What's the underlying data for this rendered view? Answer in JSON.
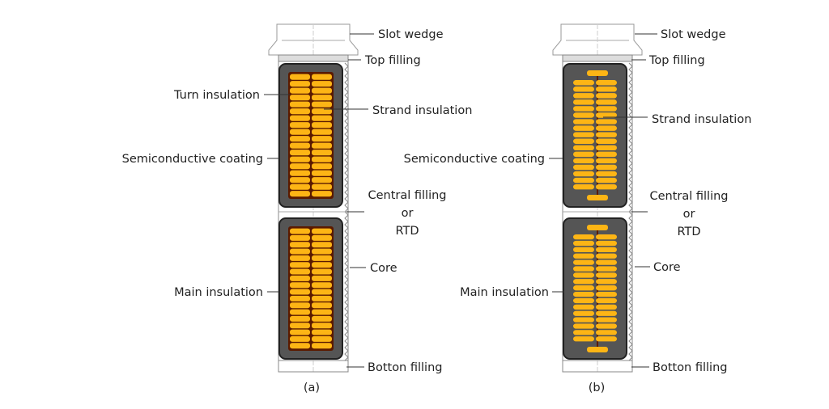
{
  "figures": [
    {
      "caption": "(a)",
      "labels": {
        "slot_wedge": "Slot wedge",
        "top_filling": "Top filling",
        "turn_insulation": "Turn insulation",
        "strand_insulation": "Strand insulation",
        "semiconductive_coating": "Semiconductive coating",
        "central_filling_1": "Central filling",
        "central_filling_2": "or",
        "central_filling_3": "RTD",
        "core": "Core",
        "main_insulation": "Main insulation",
        "bottom_filling": "Botton filling"
      },
      "strand_rows_per_coil": 18,
      "strand_columns": 2,
      "turn_group_size": 3
    },
    {
      "caption": "(b)",
      "labels": {
        "slot_wedge": "Slot wedge",
        "top_filling": "Top filling",
        "strand_insulation": "Strand insulation",
        "semiconductive_coating": "Semiconductive coating",
        "central_filling_1": "Central filling",
        "central_filling_2": "or",
        "central_filling_3": "RTD",
        "core": "Core",
        "main_insulation": "Main insulation",
        "bottom_filling": "Botton filling"
      },
      "strand_rows_per_coil": 17,
      "strand_columns": 2,
      "end_strands": true
    }
  ],
  "colors": {
    "strand": "#fdb515",
    "turn_insulation": "#5a1a00",
    "main_insulation": "#555555",
    "coating": "#222222"
  }
}
